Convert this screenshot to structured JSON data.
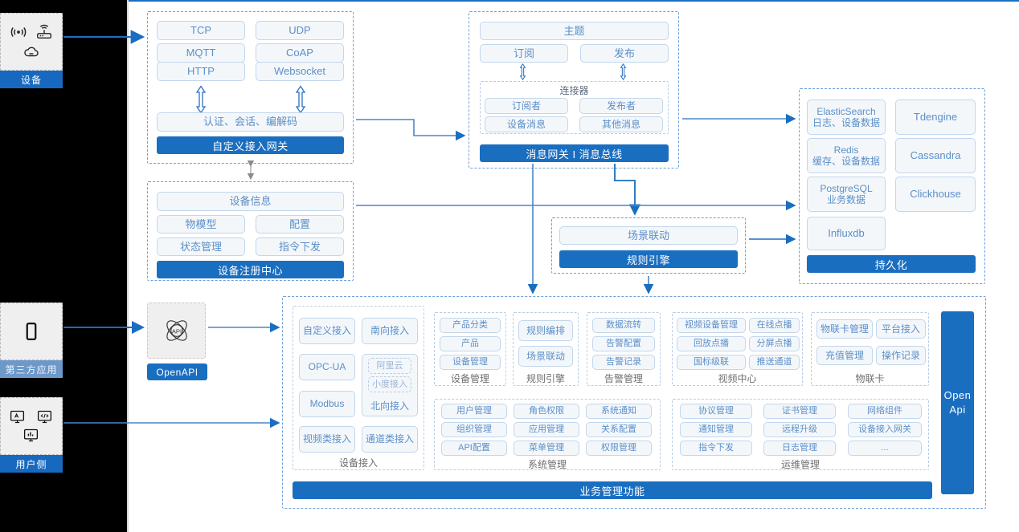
{
  "meta": {
    "title": "IoT 平台架构图",
    "accent": "#1a6ec0",
    "pill_text_color": "#5b8fc9",
    "rail_color": "#000000"
  },
  "left_rail": {
    "actors": [
      {
        "label": "设备",
        "icons": [
          "wifi-signal-icon",
          "router-icon",
          "cloud-icon"
        ]
      },
      {
        "label": "第三方应用",
        "icons": [
          "mobile-phone-icon"
        ]
      },
      {
        "label": "用户侧",
        "icons": [
          "app-window-icon",
          "code-window-icon",
          "dashboard-window-icon"
        ]
      }
    ]
  },
  "gateway": {
    "protocols": [
      "TCP",
      "UDP",
      "MQTT",
      "CoAP",
      "HTTP",
      "Websocket"
    ],
    "middle": "认证、会话、编解码",
    "bar": "自定义接入网关"
  },
  "message": {
    "topic": "主题",
    "subscribe": "订阅",
    "publish": "发布",
    "connector_title": "连接器",
    "connector_items": [
      "订阅者",
      "发布者",
      "设备消息",
      "其他消息"
    ],
    "bar": "消息网关 I 消息总线"
  },
  "registry": {
    "info": "设备信息",
    "items": [
      "物模型",
      "配置",
      "状态管理",
      "指令下发"
    ],
    "bar": "设备注册中心"
  },
  "rules": {
    "scene": "场景联动",
    "bar": "规则引擎"
  },
  "persistence": {
    "stores": [
      {
        "name": "ElasticSearch",
        "sub": "日志、设备数据"
      },
      {
        "name": "Tdengine",
        "sub": ""
      },
      {
        "name": "Redis",
        "sub": "缓存、设备数据"
      },
      {
        "name": "Cassandra",
        "sub": ""
      },
      {
        "name": "PostgreSQL",
        "sub": "业务数据"
      },
      {
        "name": "Clickhouse",
        "sub": ""
      },
      {
        "name": "Influxdb",
        "sub": ""
      }
    ],
    "bar": "持久化"
  },
  "openapi": {
    "badge": "OpenAPI",
    "icon": "api-atom-icon",
    "side_bar": "Open\nApi",
    "side_bar_line1": "Open",
    "side_bar_line2": "Api"
  },
  "business": {
    "bar": "业务管理功能",
    "groups": [
      {
        "name": "设备接入",
        "layout": "access",
        "items": [
          "自定义接入",
          "南向接入",
          "OPC-UA",
          "阿里云",
          "小度接入",
          "北向接入",
          "Modbus",
          "视频类接入",
          "通道类接入"
        ]
      },
      {
        "name": "设备管理",
        "layout": "single",
        "items": [
          "产品分类",
          "产品",
          "设备管理"
        ]
      },
      {
        "name": "规则引擎",
        "layout": "single",
        "items": [
          "规则编排",
          "场景联动"
        ]
      },
      {
        "name": "告警管理",
        "layout": "single",
        "items": [
          "数据流转",
          "告警配置",
          "告警记录"
        ]
      },
      {
        "name": "视频中心",
        "layout": "double",
        "items": [
          "视频设备管理",
          "在线点播",
          "回放点播",
          "分屏点播",
          "国标级联",
          "推送通道"
        ]
      },
      {
        "name": "物联卡",
        "layout": "double",
        "items": [
          "物联卡管理",
          "平台接入",
          "充值管理",
          "操作记录"
        ]
      },
      {
        "name": "系统管理",
        "layout": "triple",
        "items": [
          "用户管理",
          "角色权限",
          "系统通知",
          "组织管理",
          "应用管理",
          "关系配置",
          "API配置",
          "菜单管理",
          "权限管理"
        ]
      },
      {
        "name": "运维管理",
        "layout": "triple",
        "items": [
          "协议管理",
          "证书管理",
          "网络组件",
          "通知管理",
          "远程升级",
          "设备接入网关",
          "指令下发",
          "日志管理",
          "..."
        ]
      }
    ]
  }
}
